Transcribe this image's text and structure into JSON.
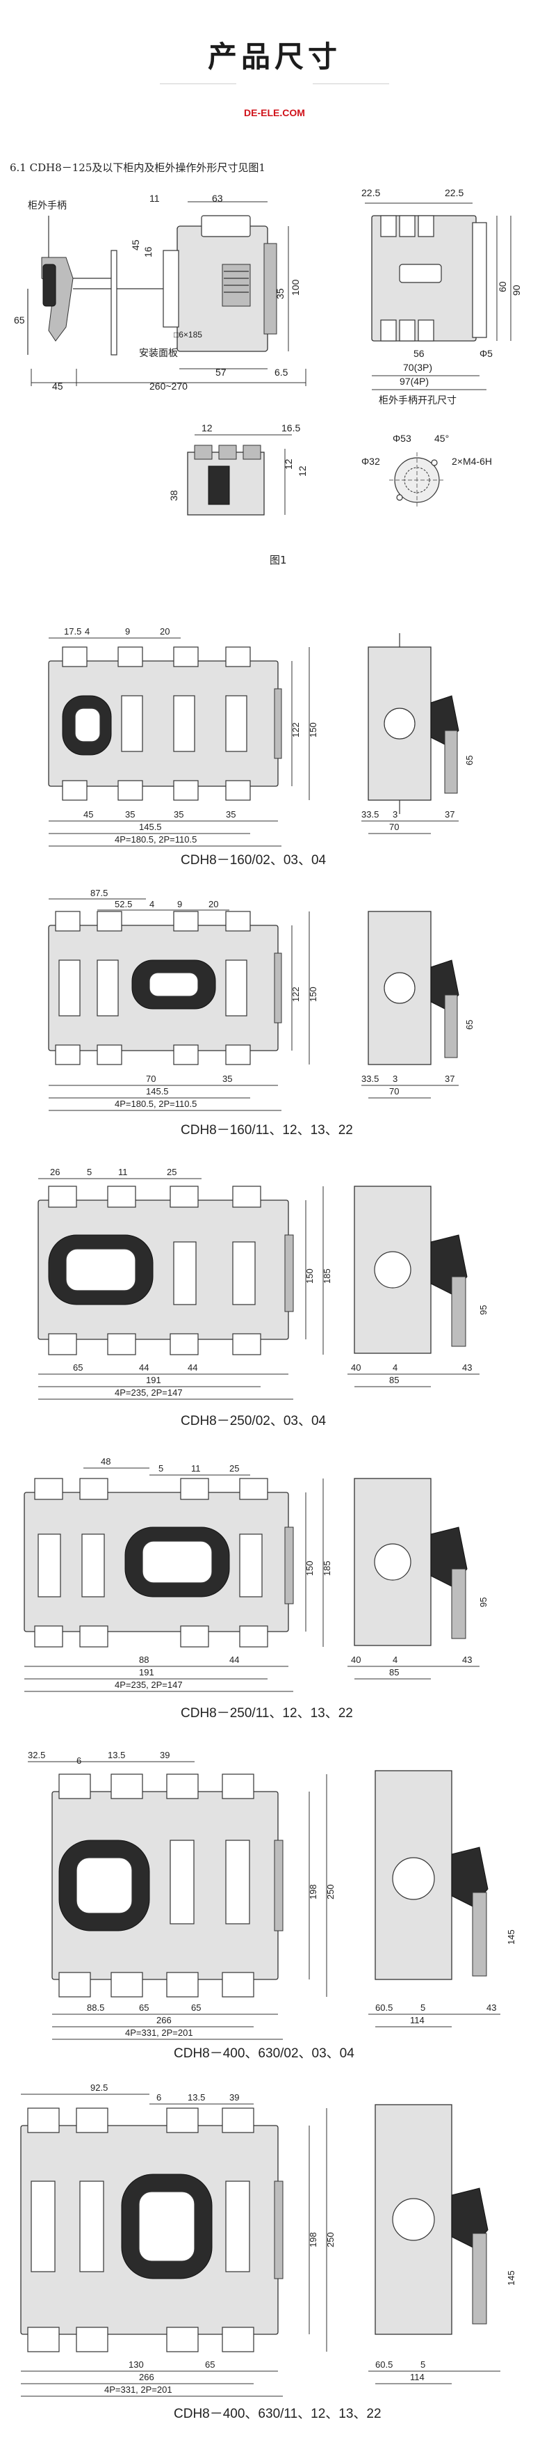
{
  "header": {
    "title": "产品尺寸",
    "english_line": "",
    "brand": "DE-ELE.COM"
  },
  "intro_text": "6.1 CDH8－125及以下柜内及柜外操作外形尺寸见图1",
  "fig1": {
    "label_handle": "柜外手柄",
    "label_panel": "安装面板",
    "label_hole_note": "□6×185",
    "dims_side": [
      "11",
      "63",
      "45",
      "16",
      "35",
      "100",
      "65",
      "57",
      "6.5",
      "45",
      "260~270"
    ],
    "dims_front": [
      "22.5",
      "22.5",
      "60",
      "90",
      "56",
      "Φ5",
      "70(3P)",
      "97(4P)"
    ],
    "label_cutout": "柜外手柄开孔尺寸",
    "dims_small": [
      "12",
      "16.5",
      "12",
      "38",
      "12"
    ],
    "dims_round": [
      "Φ53",
      "45°",
      "Φ32",
      "2×M4-6H"
    ],
    "caption": "图1"
  },
  "fig160a": {
    "caption": "CDH8－160/02、03、04",
    "dims_top": [
      "17.5",
      "4",
      "9",
      "20"
    ],
    "dims_right": [
      "122",
      "150"
    ],
    "dims_bottom": [
      "45",
      "35",
      "35",
      "35",
      "145.5",
      "4P=180.5, 2P=110.5"
    ],
    "side_dims": [
      "65",
      "33.5",
      "3",
      "70",
      "37"
    ]
  },
  "fig160b": {
    "caption": "CDH8－160/11、12、13、22",
    "dims_top": [
      "87.5",
      "52.5",
      "4",
      "9",
      "20"
    ],
    "dims_right": [
      "122",
      "150"
    ],
    "dims_bottom": [
      "70",
      "35",
      "145.5",
      "4P=180.5, 2P=110.5"
    ],
    "side_dims": [
      "65",
      "33.5",
      "3",
      "70",
      "37"
    ]
  },
  "fig250a": {
    "caption": "CDH8－250/02、03、04",
    "dims_top": [
      "26",
      "5",
      "11",
      "25"
    ],
    "dims_right": [
      "150",
      "185"
    ],
    "dims_bottom": [
      "65",
      "44",
      "44",
      "191",
      "4P=235, 2P=147"
    ],
    "side_dims": [
      "95",
      "40",
      "4",
      "85",
      "43"
    ]
  },
  "fig250b": {
    "caption": "CDH8－250/11、12、13、22",
    "dims_top": [
      "48",
      "5",
      "11",
      "25"
    ],
    "dims_right": [
      "150",
      "185"
    ],
    "dims_bottom": [
      "88",
      "44",
      "191",
      "4P=235, 2P=147"
    ],
    "side_dims": [
      "95",
      "40",
      "4",
      "85",
      "43"
    ]
  },
  "fig400a": {
    "caption": "CDH8－400、630/02、03、04",
    "dims_top": [
      "32.5",
      "6",
      "13.5",
      "39"
    ],
    "dims_right": [
      "198",
      "250"
    ],
    "dims_bottom": [
      "88.5",
      "65",
      "65",
      "266",
      "4P=331, 2P=201"
    ],
    "side_dims": [
      "145",
      "60.5",
      "5",
      "114",
      "43"
    ]
  },
  "fig400b": {
    "caption": "CDH8－400、630/11、12、13、22",
    "dims_top": [
      "92.5",
      "6",
      "13.5",
      "39"
    ],
    "dims_right": [
      "198",
      "250"
    ],
    "dims_bottom": [
      "130",
      "65",
      "266",
      "4P=331, 2P=201"
    ],
    "side_dims": [
      "145",
      "60.5",
      "5",
      "114"
    ]
  },
  "colors": {
    "brand_red": "#d0131b",
    "ink": "#222222",
    "body_gray": "#e2e2e2",
    "handle_dark": "#2b2b2b"
  }
}
